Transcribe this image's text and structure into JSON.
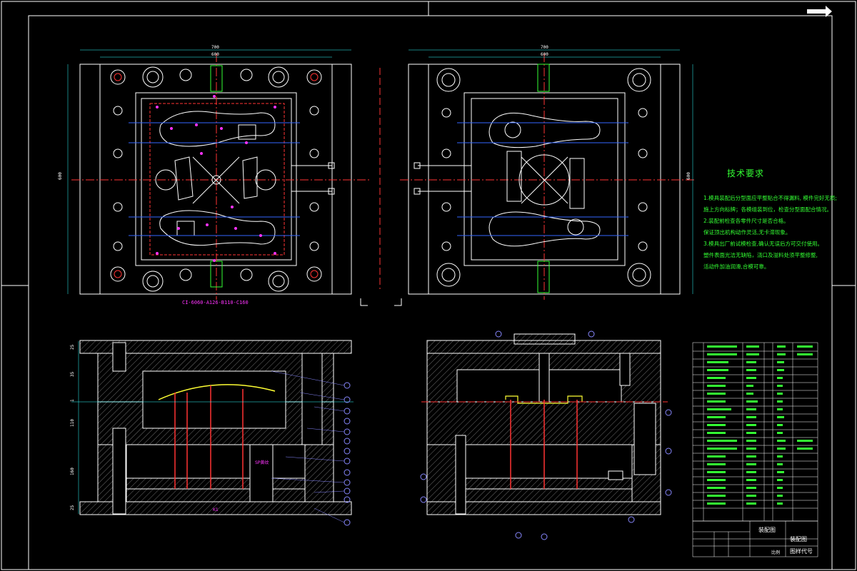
{
  "drawing": {
    "dims_top": {
      "left_outer": "700",
      "left_inner": "600",
      "right_outer": "700",
      "right_inner": "600"
    },
    "dims_side": {
      "left": "600",
      "right": "600"
    },
    "mold_base_code": "CI-6060-A126-B110-C160",
    "tech_requirements": {
      "title": "技术要求",
      "lines": [
        "1.模具装配后分型面应平整贴合不得漏料, 模件完好无损;",
        "施上方向标牌；各模组装到位，检查分型面配合情况。",
        "2.装配前检查各零件尺寸是否合格。",
        "保证顶出机构动作灵活,无卡滞现象。",
        "3.模具出厂前试模检查,确认无误后方可交付使用。",
        "塑件表面光洁无缺陷，浇口及溢料处须平整修整,",
        "活动件加油润滑,合模可靠。"
      ]
    },
    "section_labels": {
      "left_spring": "SP黄纹",
      "left_sheet": "K1"
    },
    "left_dims": [
      "25",
      "35",
      "1",
      "110",
      "160",
      "25"
    ],
    "title_block": {
      "assembly": "装配图",
      "drawing_no_label": "图样代号",
      "scale_label": "比例"
    }
  }
}
